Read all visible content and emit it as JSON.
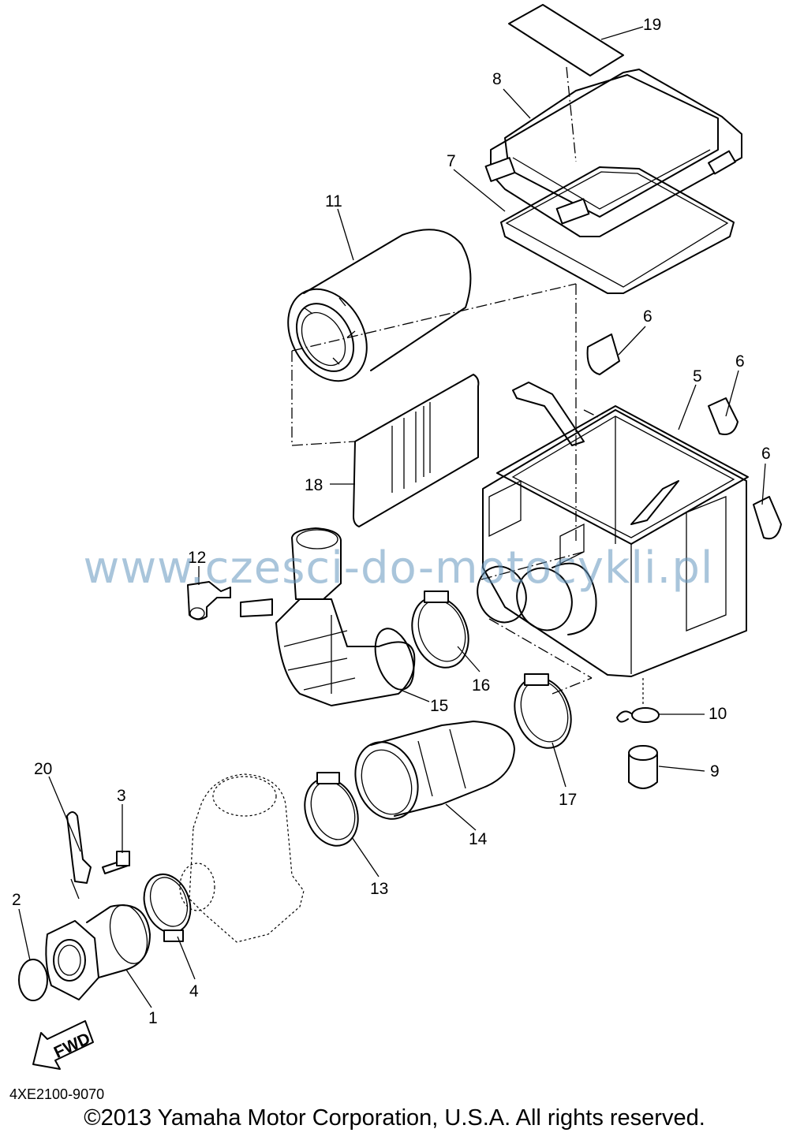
{
  "diagram": {
    "callouts": [
      "1",
      "2",
      "3",
      "4",
      "5",
      "6",
      "7",
      "8",
      "9",
      "10",
      "11",
      "12",
      "13",
      "14",
      "15",
      "16",
      "17",
      "18",
      "19",
      "20"
    ],
    "fwd_label": "FWD",
    "diagram_code": "4XE2100-9070",
    "copyright": "©2013 Yamaha Motor Corporation, U.S.A. All rights reserved.",
    "watermark": "www.czesci-do-motocykli.pl"
  }
}
